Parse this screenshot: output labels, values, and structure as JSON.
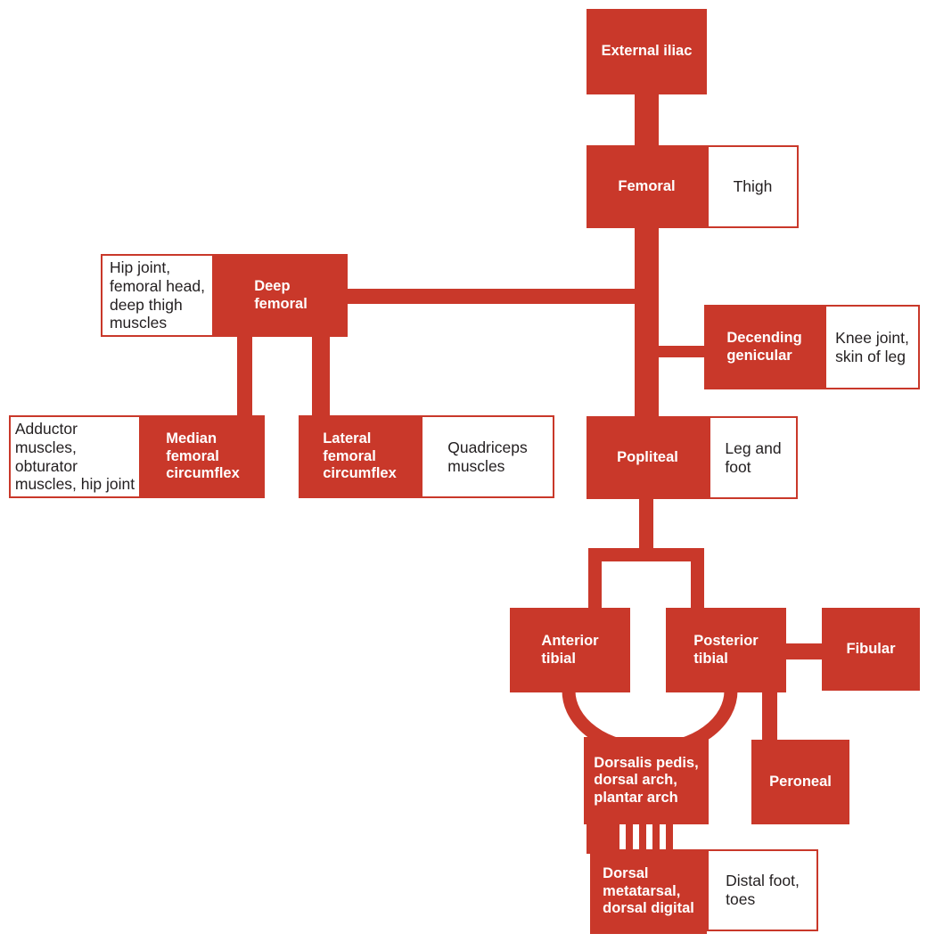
{
  "colors": {
    "artery_red": "#c9382a",
    "label_on_red": "#ffffff",
    "label_on_white": "#231f20",
    "background": "#ffffff"
  },
  "nodes": {
    "external_iliac": {
      "label": "External iliac",
      "type": "artery"
    },
    "femoral": {
      "label": "Femoral",
      "type": "artery"
    },
    "thigh": {
      "label": "Thigh",
      "type": "region"
    },
    "deep_femoral": {
      "label": "Deep\nfemoral",
      "type": "artery"
    },
    "deep_femoral_region": {
      "label": "Hip joint,\nfemoral head,\ndeep thigh\nmuscles",
      "type": "region"
    },
    "median_femoral_circumflex": {
      "label": "Median\nfemoral\ncircumflex",
      "type": "artery"
    },
    "median_circumflex_region": {
      "label": "Adductor\nmuscles,\nobturator\nmuscles, hip joint",
      "type": "region"
    },
    "lateral_femoral_circumflex": {
      "label": "Lateral\nfemoral\ncircumflex",
      "type": "artery"
    },
    "lateral_circumflex_region": {
      "label": "Quadriceps\nmuscles",
      "type": "region"
    },
    "descending_genicular": {
      "label": "Decending\ngenicular",
      "type": "artery"
    },
    "descending_genicular_region": {
      "label": "Knee joint,\nskin of leg",
      "type": "region"
    },
    "popliteal": {
      "label": "Popliteal",
      "type": "artery"
    },
    "popliteal_region": {
      "label": "Leg and\nfoot",
      "type": "region"
    },
    "anterior_tibial": {
      "label": "Anterior\ntibial",
      "type": "artery"
    },
    "posterior_tibial": {
      "label": "Posterior\ntibial",
      "type": "artery"
    },
    "fibular": {
      "label": "Fibular",
      "type": "artery"
    },
    "peroneal": {
      "label": "Peroneal",
      "type": "artery"
    },
    "dorsalis_pedis": {
      "label": "Dorsalis pedis,\ndorsal arch,\nplantar arch",
      "type": "artery"
    },
    "dorsal_metatarsal": {
      "label": "Dorsal\nmetatarsal,\ndorsal digital",
      "type": "artery"
    },
    "dorsal_metatarsal_region": {
      "label": "Distal foot,\ntoes",
      "type": "region"
    }
  },
  "edges": [
    {
      "from": "external_iliac",
      "to": "femoral"
    },
    {
      "from": "femoral",
      "to": "deep_femoral"
    },
    {
      "from": "femoral",
      "to": "descending_genicular"
    },
    {
      "from": "femoral",
      "to": "popliteal"
    },
    {
      "from": "deep_femoral",
      "to": "median_femoral_circumflex"
    },
    {
      "from": "deep_femoral",
      "to": "lateral_femoral_circumflex"
    },
    {
      "from": "popliteal",
      "to": "anterior_tibial"
    },
    {
      "from": "popliteal",
      "to": "posterior_tibial"
    },
    {
      "from": "posterior_tibial",
      "to": "fibular"
    },
    {
      "from": "posterior_tibial",
      "to": "peroneal"
    },
    {
      "from": "anterior_tibial",
      "to": "dorsalis_pedis"
    },
    {
      "from": "posterior_tibial",
      "to": "dorsalis_pedis"
    },
    {
      "from": "dorsalis_pedis",
      "to": "dorsal_metatarsal"
    },
    {
      "from": "femoral",
      "serves": "thigh"
    },
    {
      "from": "deep_femoral",
      "serves": "deep_femoral_region"
    },
    {
      "from": "median_femoral_circumflex",
      "serves": "median_circumflex_region"
    },
    {
      "from": "lateral_femoral_circumflex",
      "serves": "lateral_circumflex_region"
    },
    {
      "from": "descending_genicular",
      "serves": "descending_genicular_region"
    },
    {
      "from": "popliteal",
      "serves": "popliteal_region"
    },
    {
      "from": "dorsal_metatarsal",
      "serves": "dorsal_metatarsal_region"
    }
  ]
}
